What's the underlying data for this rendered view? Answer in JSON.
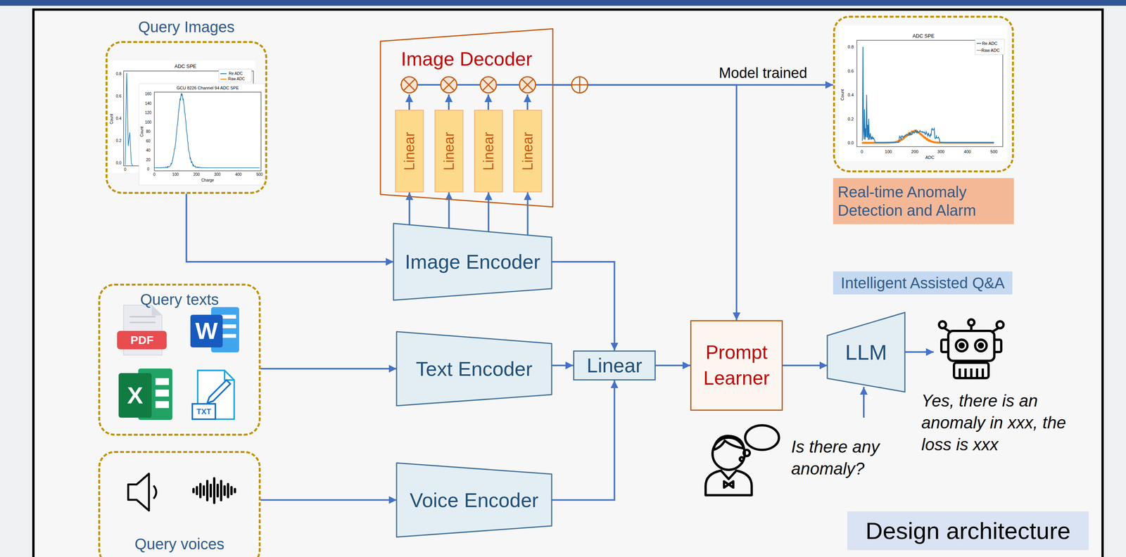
{
  "diagram": {
    "nodes": [
      {
        "text": [
          "Query Images"
        ]
      },
      {
        "text": [
          "Image Decoder"
        ]
      },
      {
        "text": [
          "Linear"
        ],
        "in": 1
      },
      {
        "text": [
          "Linear"
        ],
        "in": 1
      },
      {
        "text": [
          "Linear"
        ],
        "in": 1
      },
      {
        "text": [
          "Linear"
        ],
        "in": 1
      },
      {
        "text": [
          "ADC SPE"
        ]
      },
      {
        "text": [
          "Real-time Anomaly Detection and Alarm"
        ]
      },
      {
        "text": [
          "Image Encoder"
        ]
      },
      {
        "text": [
          "Intelligent Assisted Q&A"
        ]
      },
      {
        "text": [
          "Query texts"
        ]
      },
      {
        "text": [
          "Text Encoder"
        ]
      },
      {
        "text": [
          "Linear"
        ]
      },
      {
        "text": [
          "Prompt Learner"
        ]
      },
      {
        "text": [
          "LLM"
        ]
      },
      {
        "text": [
          "Query voices"
        ]
      },
      {
        "text": [
          "Voice Encoder"
        ]
      },
      {
        "text": [
          "Design architecture"
        ]
      }
    ],
    "edges": [
      {
        "from": 0,
        "to": 8,
        "arrow": "to"
      },
      {
        "from": 8,
        "to": 2,
        "arrow": "to"
      },
      {
        "from": 8,
        "to": 3,
        "arrow": "to"
      },
      {
        "from": 8,
        "to": 4,
        "arrow": "to"
      },
      {
        "from": 8,
        "to": 5,
        "arrow": "to"
      },
      {
        "from": 1,
        "to": 6,
        "label": "Model trained",
        "arrow": "to"
      },
      {
        "from": 1,
        "to": 13,
        "arrow": "to"
      },
      {
        "from": 8,
        "to": 12,
        "arrow": "to"
      },
      {
        "from": 10,
        "to": 11,
        "arrow": "to"
      },
      {
        "from": 11,
        "to": 12,
        "arrow": "to"
      },
      {
        "from": 15,
        "to": 16,
        "arrow": "to"
      },
      {
        "from": 16,
        "to": 12,
        "arrow": "to"
      },
      {
        "from": 12,
        "to": 13,
        "arrow": "to"
      },
      {
        "from": 13,
        "to": 14,
        "arrow": "to"
      }
    ],
    "labels": [
      "ADC SPE",
      "Re ADC",
      "Raw ADC",
      "0.8",
      "0.6",
      "0.4",
      "0.2",
      "0.0",
      "Count",
      "0",
      "GCU 8226 Channel 94 ADC SPE",
      "160",
      "140",
      "120",
      "100",
      "80",
      "60",
      "40",
      "20",
      "0",
      "0",
      "100",
      "200",
      "300",
      "400",
      "500",
      "Count",
      "Charge",
      "Re ADC",
      "Raw ADC",
      "0.8",
      "0.6",
      "0.4",
      "0.2",
      "0.0",
      "Count",
      "0",
      "100",
      "200",
      "300",
      "400",
      "500",
      "ADC",
      "PDF",
      "W",
      "X",
      "TXT",
      "Is there any anomaly?",
      "Yes, there is an anomaly in xxx, the loss is xxx"
    ]
  }
}
